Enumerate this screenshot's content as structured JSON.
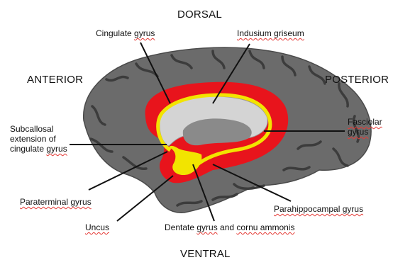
{
  "orientation": {
    "dorsal": "DORSAL",
    "ventral": "VENTRAL",
    "anterior": "ANTERIOR",
    "posterior": "POSTERIOR"
  },
  "labels": {
    "cingulate": {
      "pre": "Cingulate ",
      "term": "gyrus"
    },
    "indusium": {
      "term": "Indusium griseum"
    },
    "subcallosal": {
      "line1": "Subcallosal",
      "line2": "extension of",
      "line3_pre": "cingulate ",
      "line3_term": "gyrus"
    },
    "fasciolar": {
      "line1": "Fasciolar",
      "line2": "gyrus"
    },
    "paraterminal": {
      "term": "Paraterminal gyrus"
    },
    "parahippocampal": {
      "term": "Parahippocampal gyrus"
    },
    "uncus": {
      "text": "Uncus"
    },
    "dentate": {
      "pre": "Dentate ",
      "term1": "gyrus",
      "mid": " and ",
      "term2": "cornu ammonis"
    }
  },
  "colors": {
    "cortex": "#6b6b6b",
    "sulcus": "#3c3c3c",
    "cingulate_region": "#e8141c",
    "hippocampal_region": "#f2e400",
    "corpus_callosum": "#d4d4d4",
    "leader_line": "#111111"
  }
}
